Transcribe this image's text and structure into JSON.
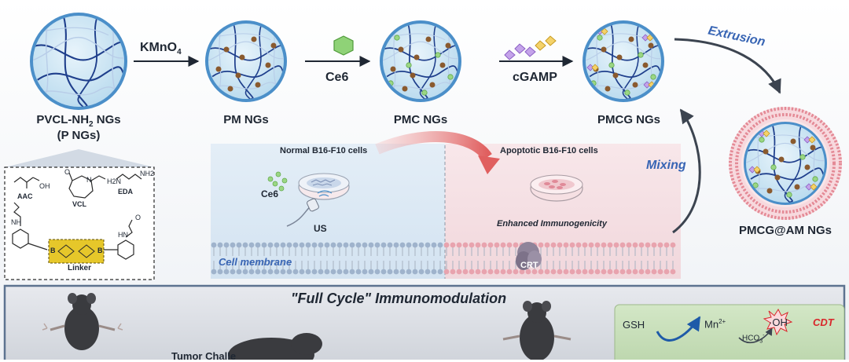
{
  "nanogels": {
    "p": {
      "label_line1": "PVCL-NH",
      "sub": "2",
      "label_suffix": " NGs",
      "label_line2": "(P NGs)"
    },
    "pm": {
      "label": "PM NGs"
    },
    "pmc": {
      "label": "PMC NGs"
    },
    "pmcg": {
      "label": "PMCG NGs"
    },
    "pmcg_am": {
      "label": "PMCG@AM NGs"
    }
  },
  "steps": {
    "kmno4": {
      "text": "KMnO",
      "sub": "4"
    },
    "ce6": "Ce6",
    "cgamp": "cGAMP",
    "extrusion": "Extrusion",
    "mixing": "Mixing"
  },
  "chemicals": {
    "aac": "AAC",
    "oh": "OH",
    "vcl": "VCL",
    "eda": "EDA",
    "nh2_a": "H2N",
    "nh2_b": "NH2",
    "o": "O",
    "n": "N",
    "nh_a": "NH",
    "nh_b": "HN",
    "b": "B",
    "linker": "Linker"
  },
  "cells": {
    "normal": "Normal B16-F10 cells",
    "apoptotic": "Apoptotic B16-F10 cells",
    "ce6": "Ce6",
    "us": "US",
    "membrane": "Cell membrane",
    "enhanced": "Enhanced Immunogenicity",
    "crt": "CRT"
  },
  "bottom": {
    "title": "\"Full Cycle\" Immunomodulation",
    "partial": "Tumor Challe",
    "gsh": "GSH",
    "mn": "Mn",
    "mn_sup": "2+",
    "hco": "HCO",
    "hco_sub": "3",
    "hco_sup": "-",
    "oh_rad": "·OH",
    "cdt": "CDT"
  },
  "colors": {
    "fiber_dark": "#1f3f8c",
    "fiber_light": "#b8cde8",
    "np_fill": "#d6e9f6",
    "np_ring": "#4b8fc9",
    "mn_particle": "#8a5a2e",
    "ce6_green": "#7ecb64",
    "cgamp_purple": "#9a6bd0",
    "cgamp_yellow": "#f0c43a",
    "arrow_blue": "#1e5aa8",
    "arrow_red": "#e06a6a",
    "cdt_red": "#d9262b",
    "mixing_blue": "#3865b4"
  }
}
